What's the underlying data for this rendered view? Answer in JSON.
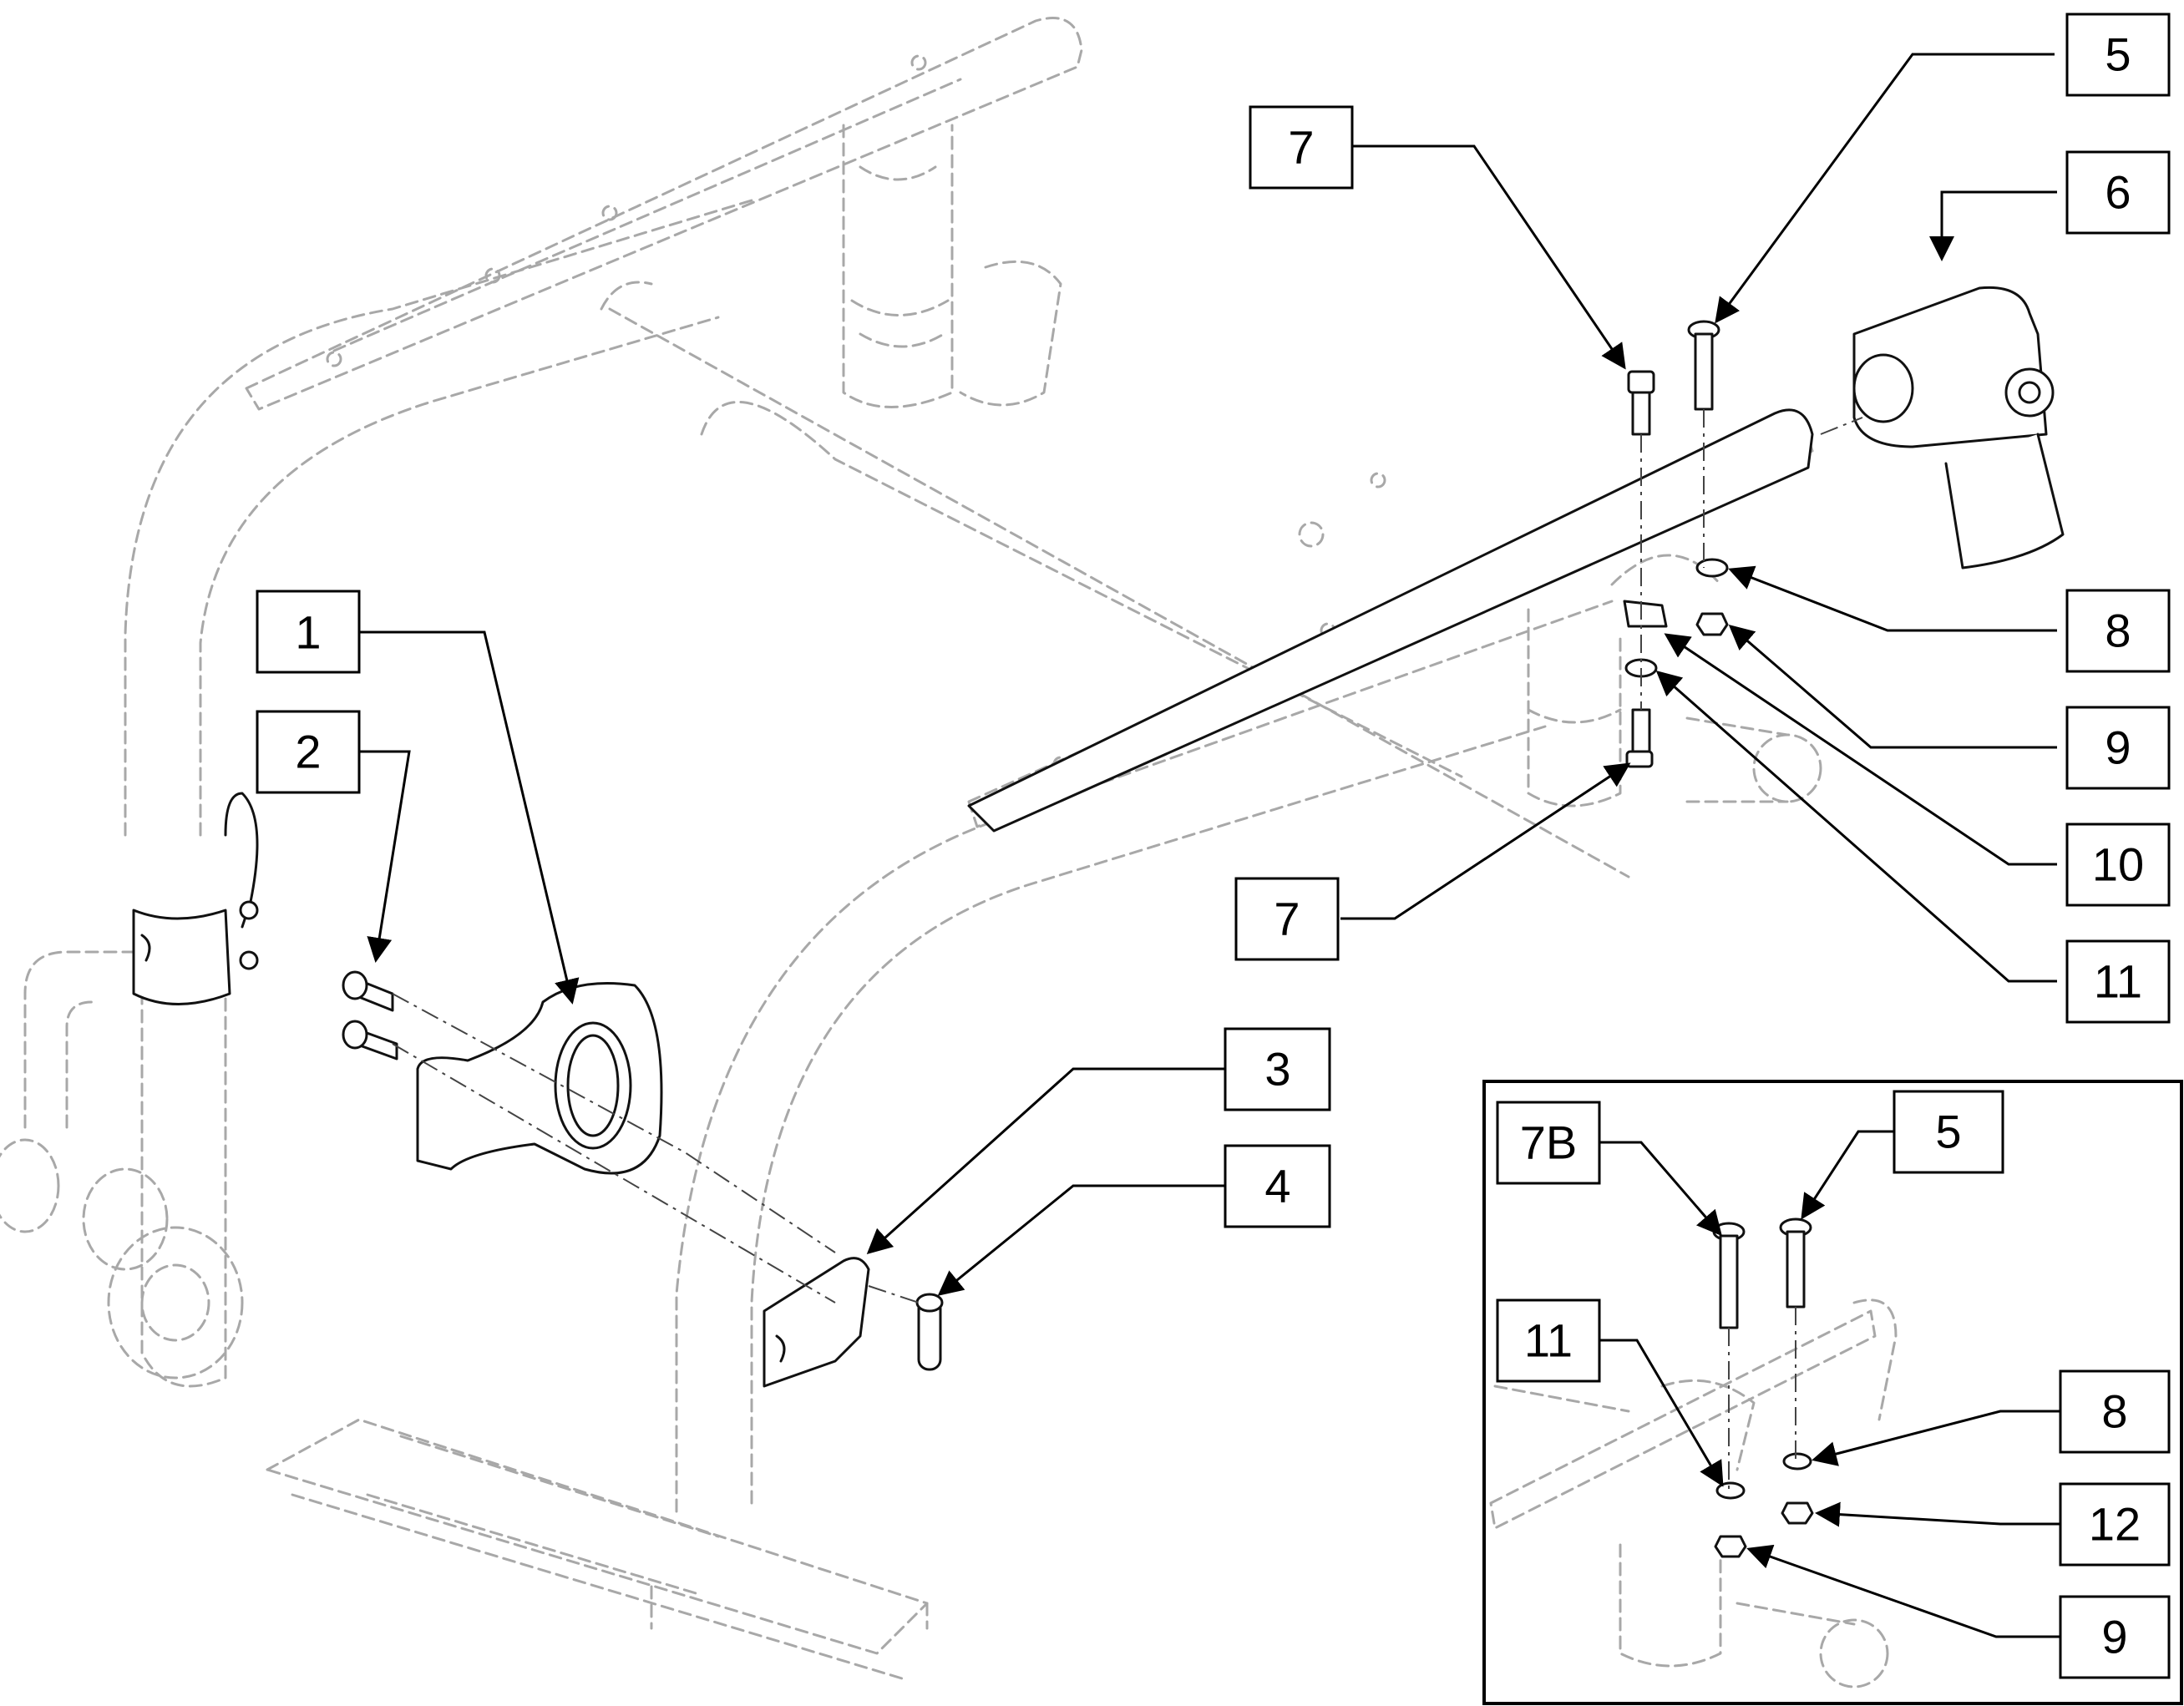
{
  "callouts": [
    {
      "id": "c1",
      "label": "1"
    },
    {
      "id": "c2",
      "label": "2"
    },
    {
      "id": "c3",
      "label": "3"
    },
    {
      "id": "c4",
      "label": "4"
    },
    {
      "id": "c5",
      "label": "5"
    },
    {
      "id": "c6",
      "label": "6"
    },
    {
      "id": "c7a",
      "label": "7"
    },
    {
      "id": "c7b",
      "label": "7"
    },
    {
      "id": "c8",
      "label": "8"
    },
    {
      "id": "c9",
      "label": "9"
    },
    {
      "id": "c10",
      "label": "10"
    },
    {
      "id": "c11",
      "label": "11"
    }
  ],
  "inset": {
    "callouts": [
      {
        "id": "i7B",
        "label": "7B"
      },
      {
        "id": "i5",
        "label": "5"
      },
      {
        "id": "i11",
        "label": "11"
      },
      {
        "id": "i8",
        "label": "8"
      },
      {
        "id": "i12",
        "label": "12"
      },
      {
        "id": "i9",
        "label": "9"
      }
    ]
  },
  "colors": {
    "ghost_frame": "#a8a8a8",
    "part_outline": "#111111",
    "leader": "#000000"
  }
}
